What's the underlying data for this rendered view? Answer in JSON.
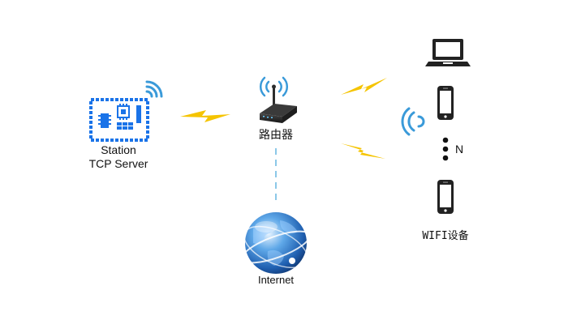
{
  "labels": {
    "station_line1": "Station",
    "station_line2": "TCP Server",
    "router": "路由器",
    "internet": "Internet",
    "wifi_devices": "WIFI设备",
    "n": "N"
  },
  "colors": {
    "board_blue": "#1a73e8",
    "wifi_blue": "#3a9ad9",
    "bolt_yellow": "#f5c400",
    "dashed_line": "#8cc8e8",
    "device_dark": "#222222"
  }
}
